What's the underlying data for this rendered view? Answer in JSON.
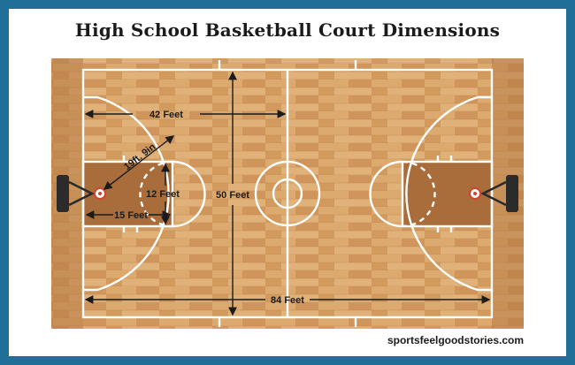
{
  "title": "High School Basketball Court Dimensions",
  "credit": "sportsfeelgoodstories.com",
  "labels": {
    "three_point_width": "42 Feet",
    "three_point_radius": "19ft. 9in",
    "lane_width": "12 Feet",
    "free_throw_distance": "15 Feet",
    "court_width": "50 Feet",
    "court_length": "84 Feet"
  },
  "colors": {
    "border": "#1f6f98",
    "wood": "#d9a46a",
    "paint": "#a86d3a",
    "line": "#ffffff"
  },
  "icons": [
    "backboard-icon",
    "hoop-icon"
  ]
}
